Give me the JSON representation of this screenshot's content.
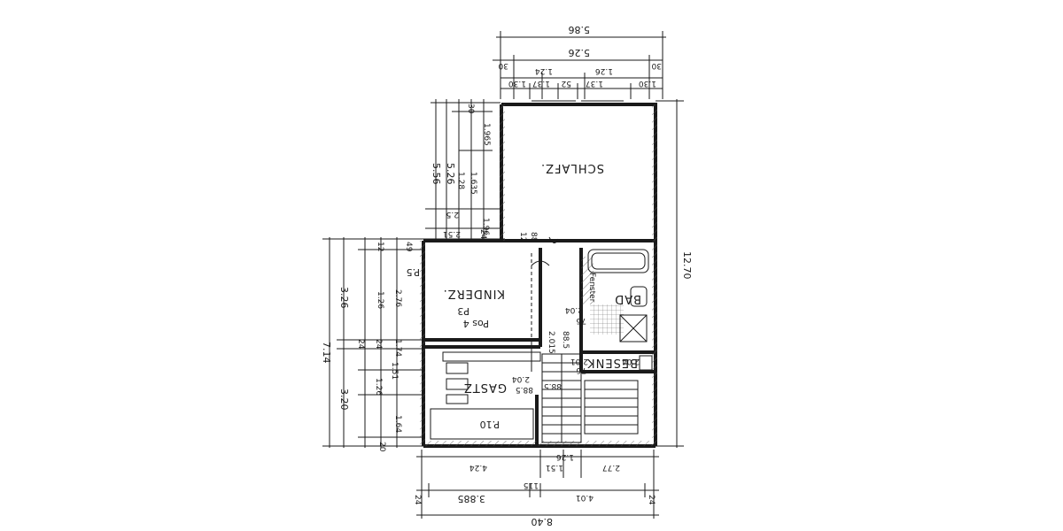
{
  "rooms": {
    "schlafz": "SCHLAFZ.",
    "kinderz": "KINDERZ.",
    "bad": "BAD",
    "besenk": "BESENK",
    "gastz": "GASTZ",
    "fenster": "Fenster"
  },
  "marks": {
    "pos4": "Pos 4",
    "p3": "P3",
    "p5": "P.5",
    "p10": "P.10"
  },
  "dims": {
    "top_total": "5.86",
    "top_inner": "5.26",
    "top_left30": "30",
    "top_right30": "30",
    "top_124": "1.24",
    "top_126": "1.26",
    "top_130a": "1.30",
    "top_137a": "1.37",
    "top_52": "52",
    "top_137b": "1.37",
    "top_130b": "1.30",
    "right_total": "12.70",
    "ul_556": "5.56",
    "ul_526": "5.26",
    "ul_128": "1.28",
    "ul_1635": "1.635",
    "ul_1965": "1.965",
    "ul_30": "30",
    "ul_196": "1.96",
    "ul_25": "2.5",
    "ul_251": "2.51",
    "ul_24": "24",
    "ul_12": "12",
    "ul_88": "88",
    "ll_714": "7.14",
    "ll_326": "3.26",
    "ll_320": "3.20",
    "ll_126a": "1.26",
    "ll_276": "2.76",
    "ll_24a": "24",
    "ll_12": "12",
    "ll_49": "49",
    "ll_24b": "24",
    "ll_174": "1.74",
    "ll_151": "1.51",
    "ll_126b": "1.26",
    "ll_164": "1.64",
    "ll_20": "20",
    "c_204a": "2.04",
    "c_76a": "76",
    "c_885a": "88.5",
    "c_2015": "2.015",
    "c_76b": "76",
    "c_201": "2.01",
    "c_885b": "88.5",
    "c_204b": "2.04",
    "c_885c": "88.5",
    "b_424": "4.24",
    "b_151": "1.51",
    "b_126": "1.26",
    "b_277": "2.77",
    "b_3885": "3.885",
    "b_115": "115",
    "b_401": "4.01",
    "b_24a": "24",
    "b_24b": "24",
    "b_840": "8.40"
  }
}
